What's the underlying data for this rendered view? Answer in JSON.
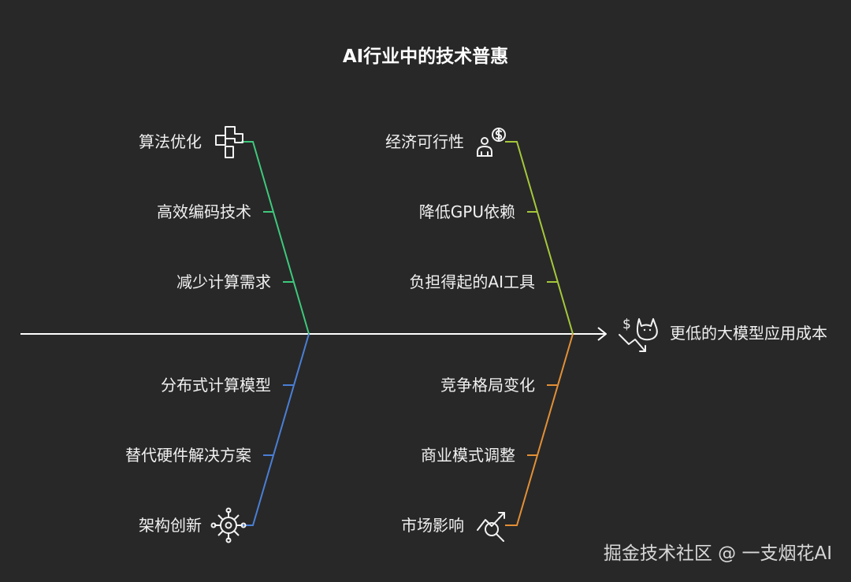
{
  "title": "AI行业中的技术普惠",
  "effect": "更低的大模型应用成本",
  "watermark": "掘金技术社区 @ 一支烟花AI",
  "colors": {
    "background": "#282828",
    "spine": "#ffffff",
    "bone_upper_left": "#3ec97c",
    "bone_upper_right": "#a5c83a",
    "bone_lower_left": "#4a7fd6",
    "bone_lower_right": "#e39036"
  },
  "categories": [
    {
      "id": "upper_left",
      "head": "算法优化",
      "head_icon": "puzzle-blocks-icon",
      "causes": [
        "高效编码技术",
        "减少计算需求"
      ]
    },
    {
      "id": "upper_right",
      "head": "经济可行性",
      "head_icon": "person-dollar-icon",
      "causes": [
        "降低GPU依赖",
        "负担得起的AI工具"
      ]
    },
    {
      "id": "lower_left",
      "head": "架构创新",
      "head_icon": "network-gear-icon",
      "causes": [
        "分布式计算模型",
        "替代硬件解决方案"
      ]
    },
    {
      "id": "lower_right",
      "head": "市场影响",
      "head_icon": "chart-magnifier-icon",
      "causes": [
        "竞争格局变化",
        "商业模式调整"
      ]
    }
  ],
  "effect_icon": "cat-dollar-down-icon"
}
